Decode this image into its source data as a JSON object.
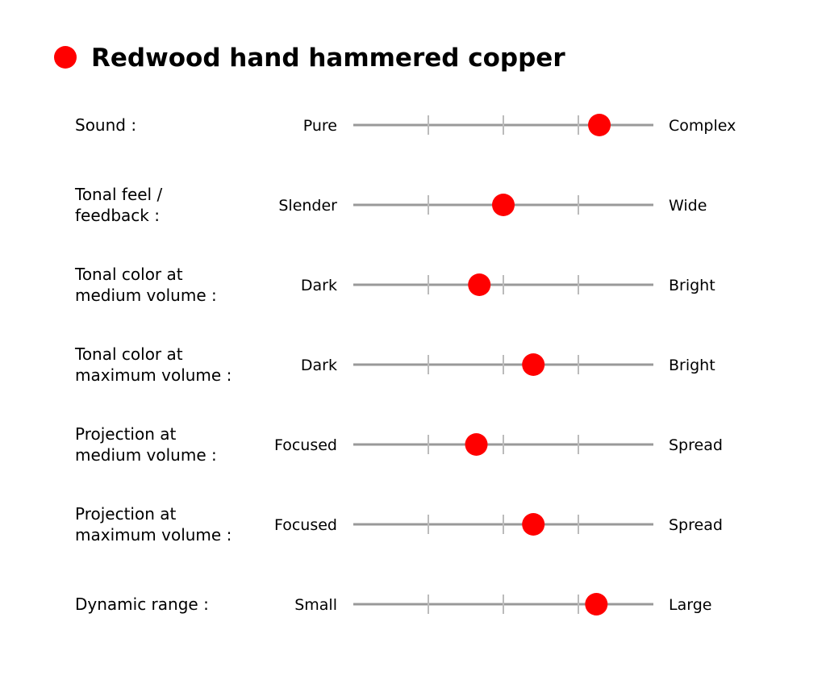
{
  "chart_data": {
    "type": "scatter",
    "title": "Redwood hand hammered copper",
    "marker_color": "#ff0000",
    "track_color": "#999999",
    "tick_color": "#bbbbbb",
    "scale_range": [
      0,
      1
    ],
    "tick_positions": [
      0.25,
      0.5,
      0.75
    ],
    "rows": [
      {
        "label_lines": [
          "Sound :"
        ],
        "left": "Pure",
        "right": "Complex",
        "value": 0.82
      },
      {
        "label_lines": [
          "Tonal feel /",
          "feedback :"
        ],
        "left": "Slender",
        "right": "Wide",
        "value": 0.5
      },
      {
        "label_lines": [
          "Tonal color at",
          "medium volume :"
        ],
        "left": "Dark",
        "right": "Bright",
        "value": 0.42
      },
      {
        "label_lines": [
          "Tonal color at",
          "maximum volume :"
        ],
        "left": "Dark",
        "right": "Bright",
        "value": 0.6
      },
      {
        "label_lines": [
          "Projection at",
          "medium volume :"
        ],
        "left": "Focused",
        "right": "Spread",
        "value": 0.41
      },
      {
        "label_lines": [
          "Projection at",
          "maximum volume :"
        ],
        "left": "Focused",
        "right": "Spread",
        "value": 0.6
      },
      {
        "label_lines": [
          "Dynamic range :"
        ],
        "left": "Small",
        "right": "Large",
        "value": 0.81
      }
    ]
  }
}
